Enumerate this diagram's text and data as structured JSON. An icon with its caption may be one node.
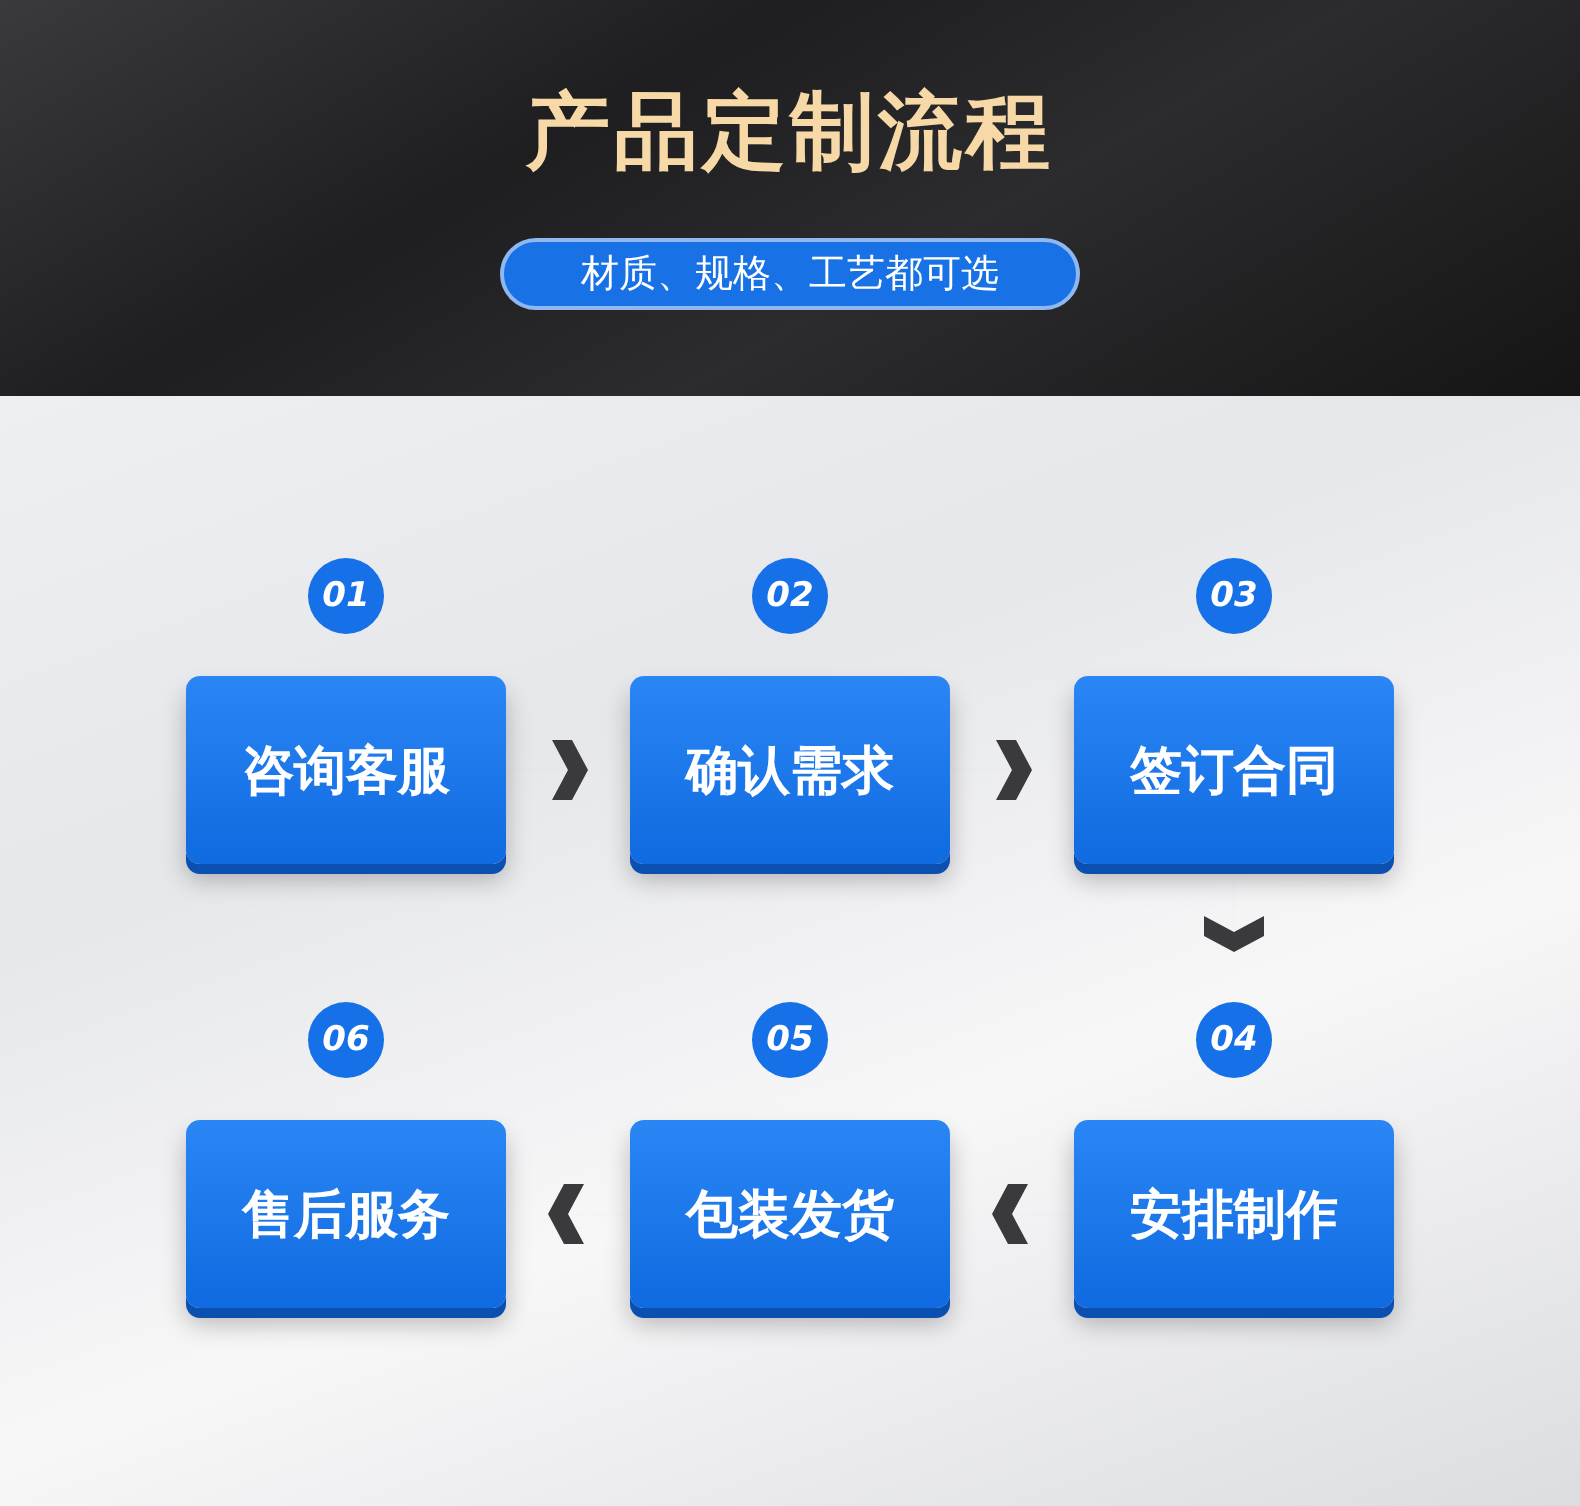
{
  "diagram": {
    "title": "产品定制流程",
    "nodes": [
      {
        "text": [
          "材质、规格、工艺都可选"
        ]
      },
      {
        "text": [
          "咨询客服"
        ],
        "beside": [
          "01"
        ]
      },
      {
        "text": [
          "确认需求"
        ],
        "beside": [
          "02"
        ]
      },
      {
        "text": [
          "签订合同"
        ],
        "beside": [
          "03"
        ]
      },
      {
        "text": [
          "安排制作"
        ],
        "beside": [
          "04"
        ]
      },
      {
        "text": [
          "包装发货"
        ],
        "beside": [
          "05"
        ]
      },
      {
        "text": [
          "售后服务"
        ],
        "beside": [
          "06"
        ]
      }
    ],
    "edges": [
      {
        "from": 1,
        "to": 2,
        "arrow": "to"
      },
      {
        "from": 2,
        "to": 3,
        "arrow": "to"
      },
      {
        "from": 3,
        "to": 4,
        "arrow": "to"
      },
      {
        "from": 4,
        "to": 5,
        "arrow": "to"
      },
      {
        "from": 5,
        "to": 6,
        "arrow": "to"
      }
    ]
  }
}
